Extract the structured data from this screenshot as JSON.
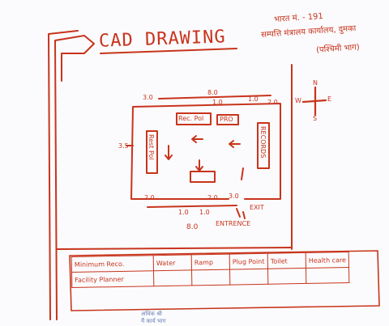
{
  "title": "CAD DRAWING",
  "header_hindi": {
    "line1": "भारत मं. - 191",
    "line2": "सम्पत्ति मंत्रालय कार्यालय, दुमका",
    "line3": "(पश्चिमी भाग)"
  },
  "compass": {
    "north": "N",
    "west": "W",
    "east": "E",
    "south": "S"
  },
  "rooms": {
    "room_top_left": "Rec. Pol",
    "room_top_right": "PRO",
    "room_left": "Rest Pol",
    "room_right": "RECORDS"
  },
  "dimensions": {
    "top_left": "3.0",
    "top_center": "8.0",
    "top_center_sub": "1.0",
    "top_right_a": "1.0",
    "top_right_b": "2.0",
    "left_side": "3.5",
    "bottom_left": "2.0",
    "bottom_center": "2.0",
    "bottom_right": "3.0",
    "bottom_small_a": "1.0",
    "bottom_small_b": "1.0",
    "bottom_total": "8.0"
  },
  "labels": {
    "exit": "EXIT",
    "entrance": "ENTRENCE"
  },
  "table": {
    "row1": [
      "Minimum Reco.",
      "Water",
      "Ramp",
      "Plug Point",
      "Toilet",
      "Health care"
    ],
    "row2": [
      "Facility Planner",
      "",
      "",
      "",
      "",
      ""
    ]
  },
  "footer": {
    "line1": "अधिक श्री",
    "line2": "मैं कार्य भाग"
  }
}
